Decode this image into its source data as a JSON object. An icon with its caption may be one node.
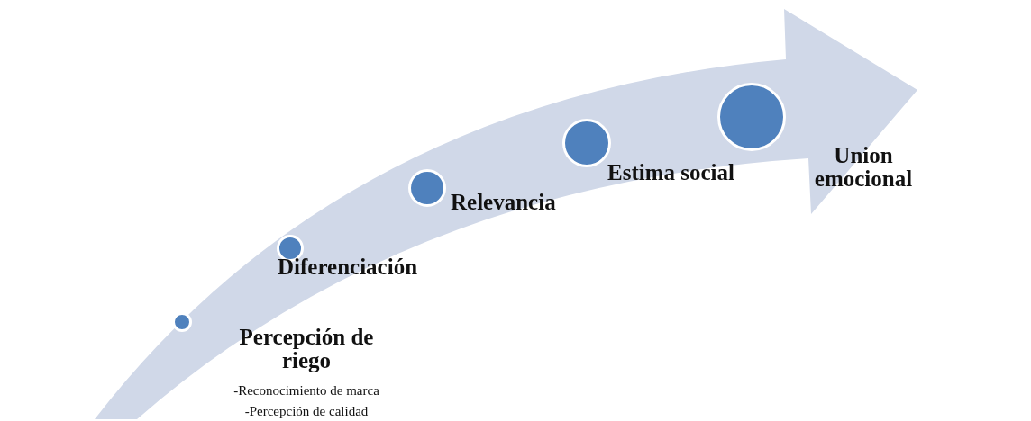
{
  "diagram": {
    "nodes": [
      {
        "text": [],
        "shape": "circle",
        "beside": [
          "Percepción de riego",
          "-Reconocimiento de marca",
          "-Percepción de calidad"
        ]
      },
      {
        "text": [],
        "shape": "circle",
        "beside": [
          "Diferenciación"
        ]
      },
      {
        "text": [],
        "shape": "circle",
        "beside": [
          "Relevancia"
        ]
      },
      {
        "text": [],
        "shape": "circle",
        "beside": [
          "Estima social"
        ]
      },
      {
        "text": [],
        "shape": "circle",
        "beside": [
          "Union emocional"
        ]
      }
    ]
  }
}
